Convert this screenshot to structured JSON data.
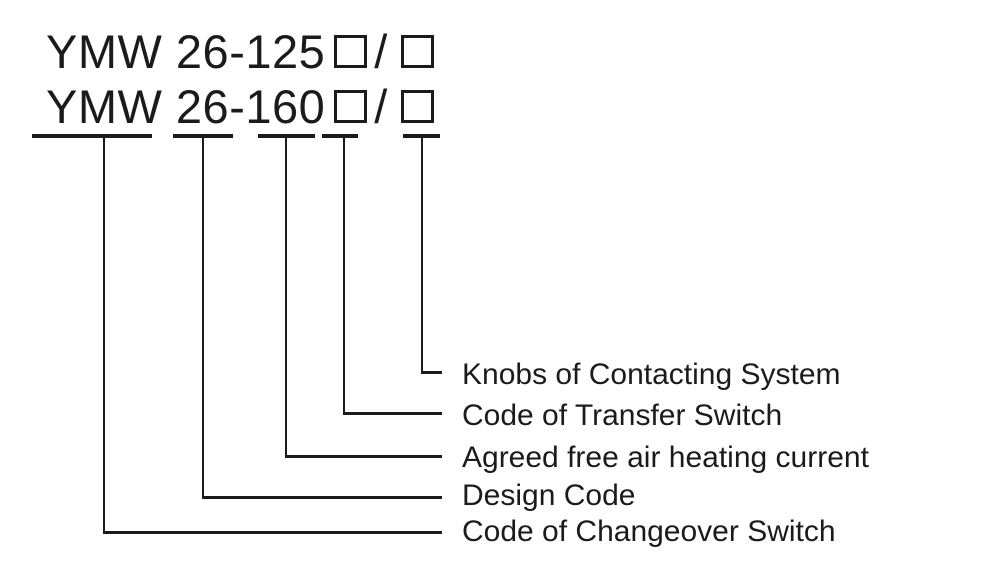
{
  "diagram": {
    "colors": {
      "ink": "#1b1b1b",
      "background": "#ffffff"
    },
    "title_lines": [
      {
        "prefix": "YMW 26-125",
        "slash": "/"
      },
      {
        "prefix": "YMW 26-160",
        "slash": "/"
      }
    ],
    "callouts": [
      {
        "id": "knobs",
        "label": "Knobs of Contacting System"
      },
      {
        "id": "transfer",
        "label": "Code of Transfer Switch"
      },
      {
        "id": "current",
        "label": "Agreed free air heating current"
      },
      {
        "id": "design",
        "label": "Design Code"
      },
      {
        "id": "changeover",
        "label": "Code of Changeover Switch"
      }
    ]
  }
}
